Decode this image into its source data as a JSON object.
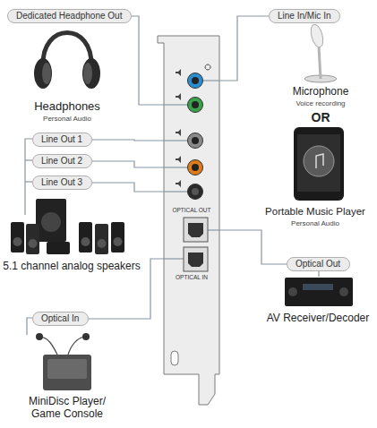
{
  "diagram": {
    "nodes": [
      {
        "text": [
          "Dedicated Headphone Out"
        ]
      },
      {
        "text": [
          "Line In/Mic In"
        ]
      },
      {
        "text": [
          "Line Out 1"
        ]
      },
      {
        "text": [
          "Line Out 2"
        ]
      },
      {
        "text": [
          "Line Out 3"
        ]
      },
      {
        "text": [
          "OPTICAL OUT",
          "OPTICAL IN"
        ]
      },
      {
        "text": [
          "Optical Out"
        ]
      },
      {
        "text": [
          "Optical In"
        ]
      }
    ],
    "edges": [
      {
        "from": 0,
        "to": 5,
        "arrow": "none"
      },
      {
        "from": 1,
        "to": 5,
        "arrow": "none"
      },
      {
        "from": 2,
        "to": 5,
        "arrow": "none"
      },
      {
        "from": 3,
        "to": 5,
        "arrow": "none"
      },
      {
        "from": 4,
        "to": 5,
        "arrow": "none"
      },
      {
        "from": 6,
        "to": 5,
        "arrow": "none"
      },
      {
        "from": 7,
        "to": 5,
        "arrow": "none"
      }
    ],
    "labels": [
      "Headphones",
      "Personal Audio",
      "Microphone",
      "Voice recording",
      "OR",
      "Portable Music Player",
      "Personal Audio",
      "5.1 channel analog speakers",
      "AV Receiver/Decoder",
      "MiniDisc Player/ Game Console"
    ]
  }
}
